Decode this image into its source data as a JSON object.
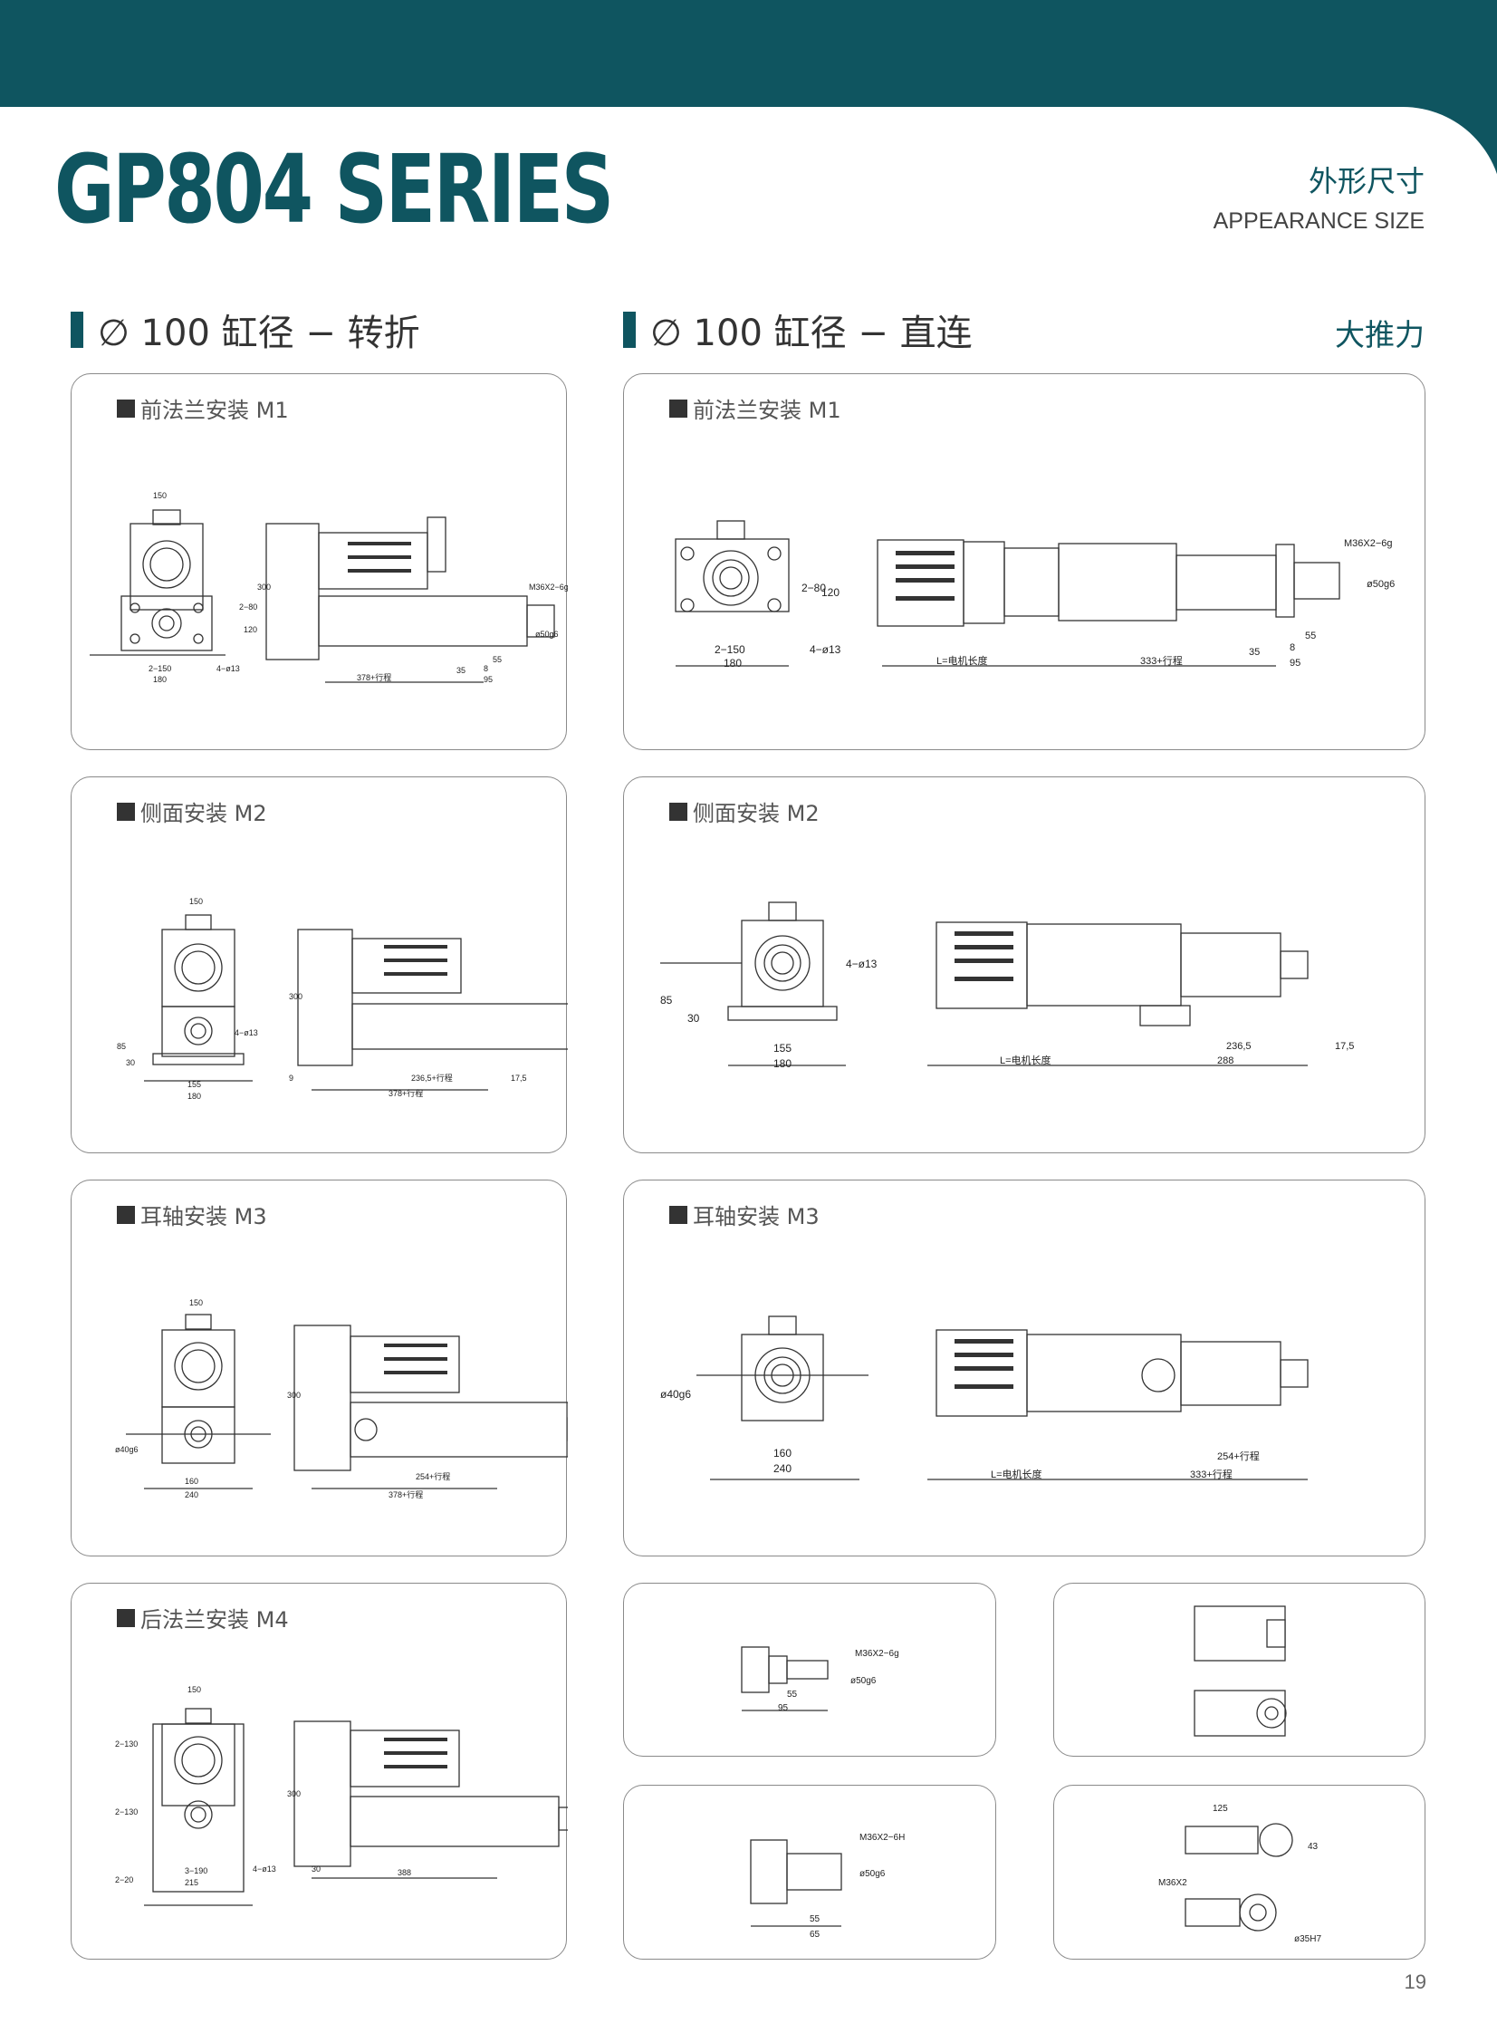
{
  "header": {
    "series_title": "GP804 SERIES",
    "subtitle_cn": "外形尺寸",
    "subtitle_en": "APPEARANCE SIZE"
  },
  "sections": {
    "left_heading": "∅ 100 缸径 − 转折",
    "right_heading": "∅ 100 缸径 − 直连",
    "right_note": "大推力"
  },
  "left_cards": {
    "m1": {
      "label": "前法兰安装 M1",
      "dims": [
        "150",
        "2−80",
        "120",
        "300",
        "2−150",
        "180",
        "4−ø13",
        "378+行程",
        "35",
        "8",
        "95",
        "55",
        "M36X2−6g",
        "ø50g6"
      ]
    },
    "m2": {
      "label": "侧面安装 M2",
      "dims": [
        "150",
        "300",
        "4−ø13",
        "85",
        "30",
        "155",
        "180",
        "9",
        "236,5+行程",
        "17,5",
        "378+行程"
      ]
    },
    "m3": {
      "label": "耳轴安装 M3",
      "dims": [
        "150",
        "300",
        "ø40g6",
        "160",
        "240",
        "254+行程",
        "378+行程"
      ]
    },
    "m4": {
      "label": "后法兰安装 M4",
      "dims": [
        "150",
        "2−130",
        "2−130",
        "300",
        "2−20",
        "4−ø13",
        "3−190",
        "215",
        "30",
        "388"
      ]
    }
  },
  "right_cards": {
    "m1": {
      "label": "前法兰安装 M1",
      "dims": [
        "2−80",
        "120",
        "2−150",
        "180",
        "4−ø13",
        "L=电机长度",
        "333+行程",
        "35",
        "8",
        "95",
        "55",
        "M36X2−6g",
        "ø50g6"
      ]
    },
    "m2": {
      "label": "侧面安装 M2",
      "dims": [
        "4−ø13",
        "85",
        "30",
        "155",
        "180",
        "L=电机长度",
        "236,5",
        "17,5",
        "288"
      ]
    },
    "m3": {
      "label": "耳轴安装 M3",
      "dims": [
        "ø40g6",
        "160",
        "240",
        "L=电机长度",
        "254+行程",
        "333+行程"
      ]
    }
  },
  "detail_cards": {
    "rod_ext": {
      "dims": [
        "M36X2−6g",
        "ø50g6",
        "55",
        "95"
      ]
    },
    "clevis": {
      "dims": []
    },
    "rod_int": {
      "dims": [
        "M36X2−6H",
        "ø50g6",
        "55",
        "65"
      ]
    },
    "rod_eye": {
      "dims": [
        "125",
        "43",
        "M36X2",
        "ø35H7"
      ]
    }
  },
  "footer": {
    "page_number": "19"
  }
}
